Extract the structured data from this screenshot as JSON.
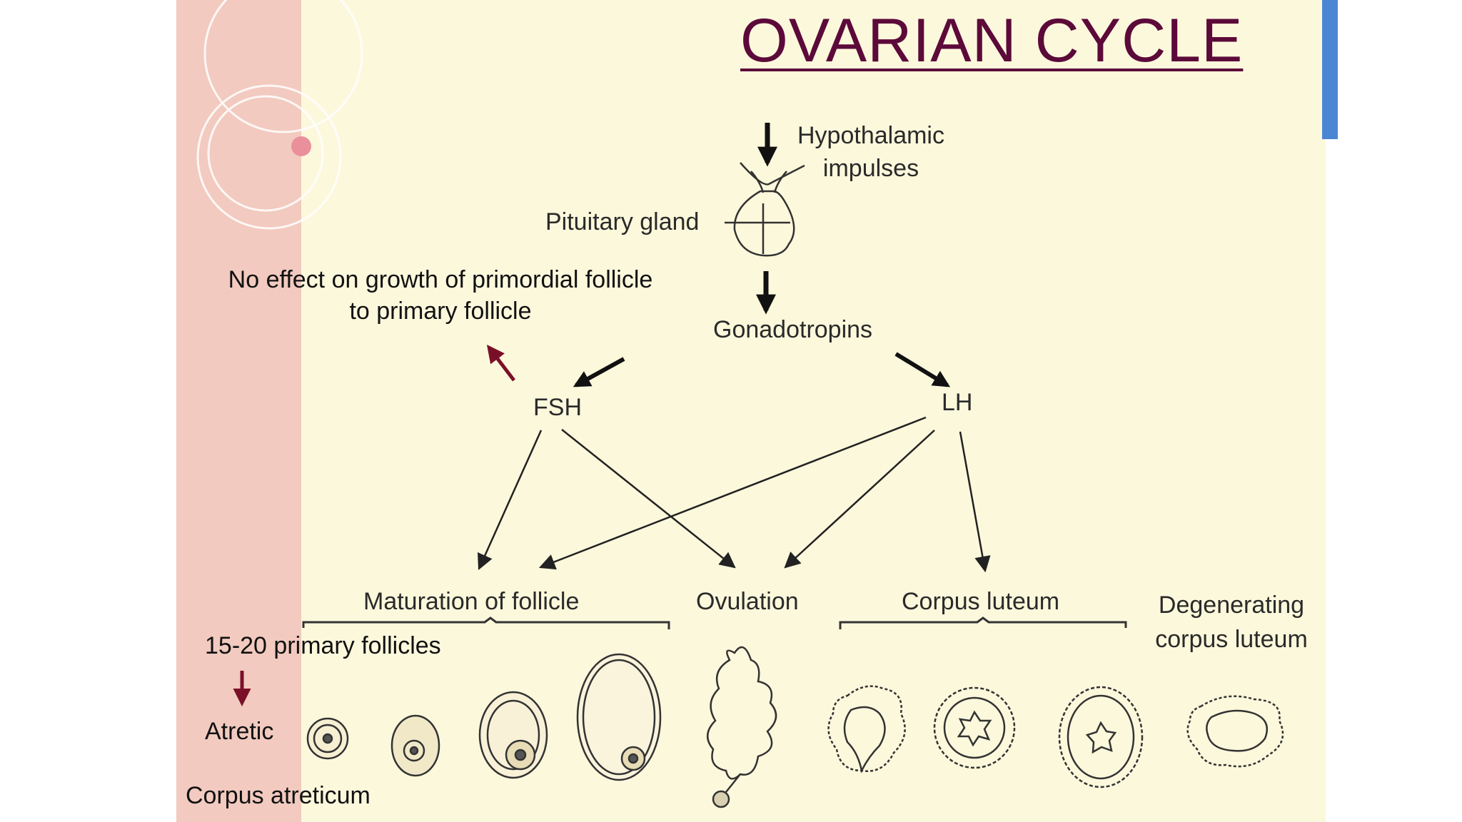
{
  "slide": {
    "title": "OVARIAN CYCLE",
    "colors": {
      "title": "#5c0a3a",
      "accent_arrow": "#7a1028",
      "background": "#fcf8dc",
      "side_strip": "#f2cabf",
      "accent_bar": "#4a86d4"
    }
  },
  "diagram": {
    "hypothalamic": "Hypothalamic\nimpulses",
    "pituitary": "Pituitary gland",
    "gonadotropins": "Gonadotropins",
    "fsh": "FSH",
    "lh": "LH",
    "no_effect_line1": "No effect on growth of primordial follicle",
    "no_effect_line2": "to primary follicle",
    "stages": {
      "maturation": "Maturation of follicle",
      "ovulation": "Ovulation",
      "corpus_luteum": "Corpus luteum",
      "degenerating_line1": "Degenerating",
      "degenerating_line2": "corpus luteum"
    },
    "primary_follicles": "15-20 primary follicles",
    "atretic": "Atretic",
    "corpus_atreticum": "Corpus atreticum"
  }
}
